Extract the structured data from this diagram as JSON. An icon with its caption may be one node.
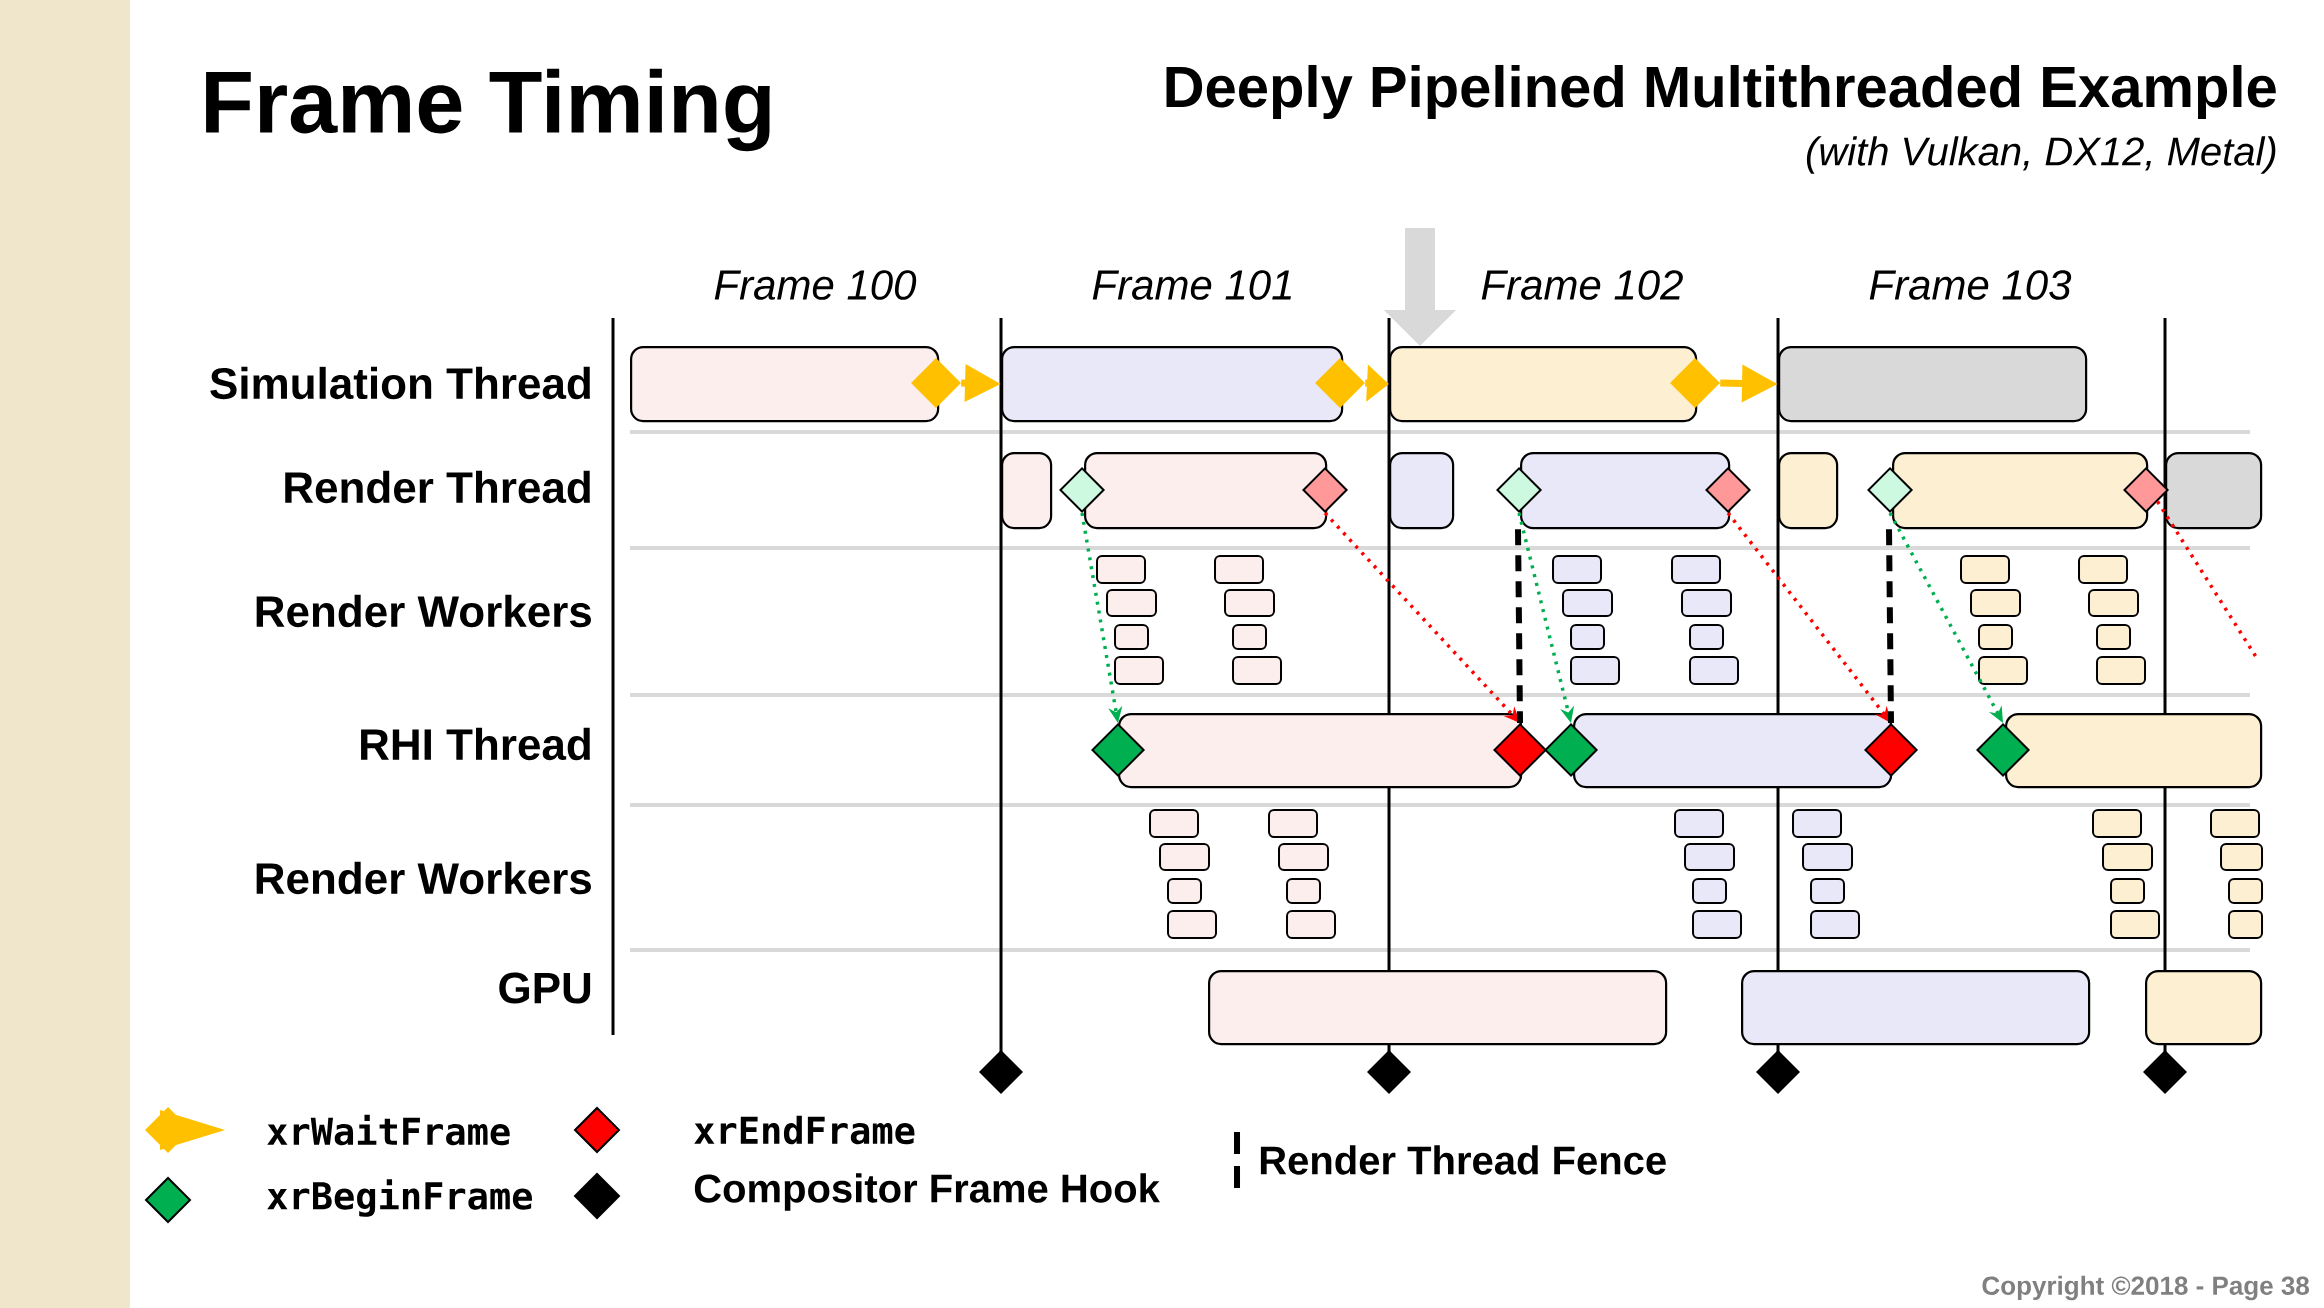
{
  "diagram": {
    "title": "Frame Timing",
    "nodes": [
      {
        "text": [],
        "shape": "bar"
      },
      {
        "text": [],
        "shape": "diamond"
      },
      {
        "text": [],
        "shape": "bar"
      },
      {
        "text": [],
        "shape": "diamond"
      },
      {
        "text": [],
        "shape": "bar"
      },
      {
        "text": [],
        "shape": "diamond"
      },
      {
        "text": [],
        "shape": "bar"
      },
      {
        "text": [],
        "shape": "bar"
      },
      {
        "text": [],
        "shape": "diamond"
      },
      {
        "text": [],
        "shape": "bar"
      },
      {
        "text": [],
        "shape": "diamond"
      },
      {
        "text": [],
        "shape": "bar"
      },
      {
        "text": [],
        "shape": "diamond"
      },
      {
        "text": [],
        "shape": "bar"
      },
      {
        "text": [],
        "shape": "diamond"
      },
      {
        "text": [],
        "shape": "bar"
      },
      {
        "text": [],
        "shape": "diamond"
      },
      {
        "text": [],
        "shape": "bar"
      },
      {
        "text": [],
        "shape": "diamond"
      },
      {
        "text": [],
        "shape": "bar"
      },
      {
        "text": [],
        "shape": "diamond"
      },
      {
        "text": [],
        "shape": "bar"
      },
      {
        "text": [],
        "shape": "diamond"
      },
      {
        "text": [],
        "shape": "diamond"
      },
      {
        "text": [],
        "shape": "bar"
      },
      {
        "text": [],
        "shape": "diamond"
      },
      {
        "text": [],
        "shape": "diamond"
      },
      {
        "text": [],
        "shape": "bar"
      },
      {
        "text": [],
        "shape": "bar"
      },
      {
        "text": [],
        "shape": "bar"
      },
      {
        "text": [],
        "shape": "bar"
      }
    ],
    "edges": [
      {
        "from": 1,
        "to": 2,
        "arrow": "to",
        "style": "thick",
        "color": "#ffc000"
      },
      {
        "from": 3,
        "to": 4,
        "arrow": "to",
        "style": "thick",
        "color": "#ffc000"
      },
      {
        "from": 5,
        "to": 6,
        "arrow": "to",
        "style": "thick",
        "color": "#ffc000"
      },
      {
        "from": null,
        "to": 4,
        "arrow": "to",
        "style": "thick",
        "color": "#d9d9d9"
      },
      {
        "from": 8,
        "to": 20,
        "arrow": "to",
        "style": "dashed",
        "color": "#00b050"
      },
      {
        "from": 10,
        "to": 22,
        "arrow": "to",
        "style": "dashed",
        "color": "#ff0000"
      },
      {
        "from": 12,
        "to": 23,
        "arrow": "to",
        "style": "dashed",
        "color": "#00b050"
      },
      {
        "from": 14,
        "to": 25,
        "arrow": "to",
        "style": "dashed",
        "color": "#ff0000"
      },
      {
        "from": 16,
        "to": 26,
        "arrow": "to",
        "style": "dashed",
        "color": "#00b050"
      },
      {
        "from": 18,
        "to": null,
        "arrow": "none",
        "style": "dashed",
        "color": "#ff0000"
      },
      {
        "from": 13,
        "to": 22,
        "arrow": "none",
        "style": "dashed",
        "color": "#000000"
      },
      {
        "from": 17,
        "to": 25,
        "arrow": "none",
        "style": "dashed",
        "color": "#000000"
      }
    ],
    "labels": [
      "Deeply Pipelined Multithreaded Example",
      "(with Vulkan, DX12, Metal)",
      "Frame 100",
      "Frame 101",
      "Frame 102",
      "Frame 103",
      "Simulation Thread",
      "Render Thread",
      "Render Workers",
      "RHI Thread",
      "Render Workers",
      "GPU",
      "Copyright ©2018 - Page 38"
    ],
    "legend": [
      {
        "text": "xrWaitFrame",
        "color": "#ffc000"
      },
      {
        "text": "xrEndFrame",
        "color": "#ff0000"
      },
      {
        "text": "xrBeginFrame",
        "color": "#00b050"
      },
      {
        "text": "Compositor Frame Hook",
        "color": "#000000"
      },
      {
        "text": "Render Thread Fence"
      }
    ]
  }
}
